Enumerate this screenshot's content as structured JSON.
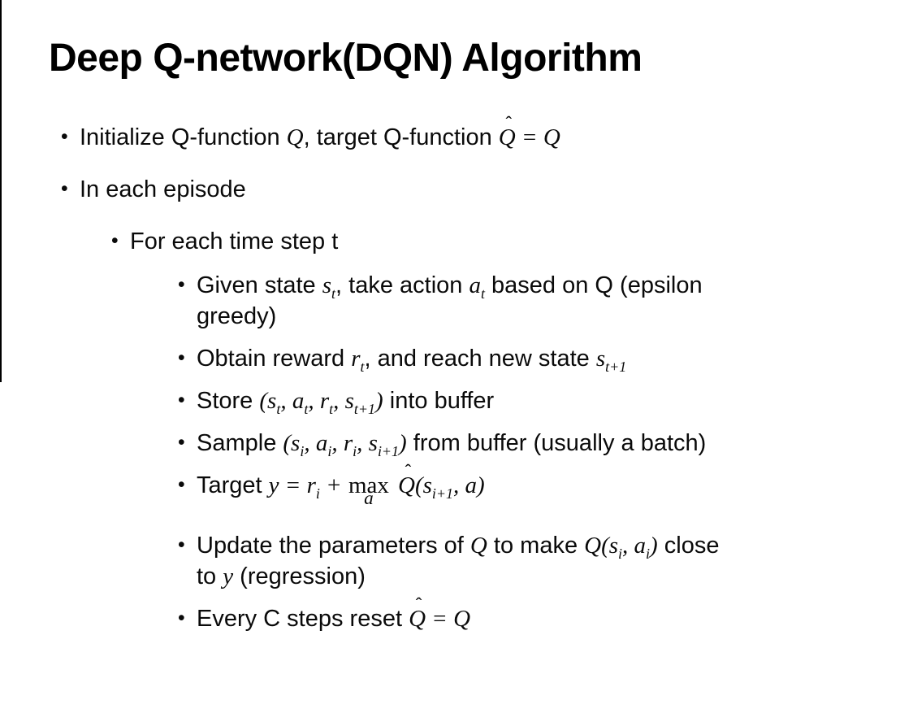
{
  "colors": {
    "background": "#ffffff",
    "text": "#000000",
    "edge_line": "#000000"
  },
  "bullet_char": "•",
  "slide": {
    "title": "Deep Q-network(DQN) Algorithm",
    "bullets": [
      {
        "level": 1,
        "segments": [
          {
            "t": "Initialize Q-function "
          },
          {
            "m": "Q"
          },
          {
            "t": ", target Q-function "
          },
          {
            "hat": "Q"
          },
          {
            "m": " = Q"
          }
        ]
      },
      {
        "level": 1,
        "segments": [
          {
            "t": "In each episode"
          }
        ]
      },
      {
        "level": 2,
        "segments": [
          {
            "t": "For each time step t"
          }
        ]
      },
      {
        "level": 3,
        "segments": [
          {
            "t": "Given state "
          },
          {
            "m": "s"
          },
          {
            "sub": "t"
          },
          {
            "t": ", take action "
          },
          {
            "m": "a"
          },
          {
            "sub": "t"
          },
          {
            "t": " based on Q (epsilon"
          },
          {
            "br": true
          },
          {
            "t": "greedy)"
          }
        ]
      },
      {
        "level": 3,
        "segments": [
          {
            "t": "Obtain reward "
          },
          {
            "m": "r"
          },
          {
            "sub": "t"
          },
          {
            "t": ", and reach new state "
          },
          {
            "m": "s"
          },
          {
            "sub": "t+1"
          }
        ]
      },
      {
        "level": 3,
        "segments": [
          {
            "t": "Store "
          },
          {
            "m": "(s"
          },
          {
            "sub": "t"
          },
          {
            "m": ", a"
          },
          {
            "sub": "t"
          },
          {
            "m": ", r"
          },
          {
            "sub": "t"
          },
          {
            "m": ", s"
          },
          {
            "sub": "t+1"
          },
          {
            "m": ")"
          },
          {
            "t": " into buffer"
          }
        ]
      },
      {
        "level": 3,
        "segments": [
          {
            "t": "Sample "
          },
          {
            "m": "(s"
          },
          {
            "sub": "i"
          },
          {
            "m": ", a"
          },
          {
            "sub": "i"
          },
          {
            "m": ", r"
          },
          {
            "sub": "i"
          },
          {
            "m": ", s"
          },
          {
            "sub": "i+1"
          },
          {
            "m": ")"
          },
          {
            "t": " from buffer (usually a batch)"
          }
        ]
      },
      {
        "level": 3,
        "extra_space_below": true,
        "segments": [
          {
            "t": "Target "
          },
          {
            "m": "y"
          },
          {
            "m": " = "
          },
          {
            "m": "r"
          },
          {
            "sub": "i"
          },
          {
            "m": " + "
          },
          {
            "stack": {
              "top": "max",
              "under": "a"
            }
          },
          {
            "t": " "
          },
          {
            "hat": "Q"
          },
          {
            "m": "(s"
          },
          {
            "sub": "i+1"
          },
          {
            "m": ", a)"
          }
        ]
      },
      {
        "level": 3,
        "segments": [
          {
            "t": "Update the parameters of "
          },
          {
            "m": "Q"
          },
          {
            "t": " to make "
          },
          {
            "m": "Q(s"
          },
          {
            "sub": "i"
          },
          {
            "m": ", a"
          },
          {
            "sub": "i"
          },
          {
            "m": ")"
          },
          {
            "t": " close"
          },
          {
            "br": true
          },
          {
            "t": "to "
          },
          {
            "m": "y"
          },
          {
            "t": " (regression)"
          }
        ]
      },
      {
        "level": 3,
        "segments": [
          {
            "t": "Every C steps reset "
          },
          {
            "hat": "Q"
          },
          {
            "m": " = Q"
          }
        ]
      }
    ]
  }
}
